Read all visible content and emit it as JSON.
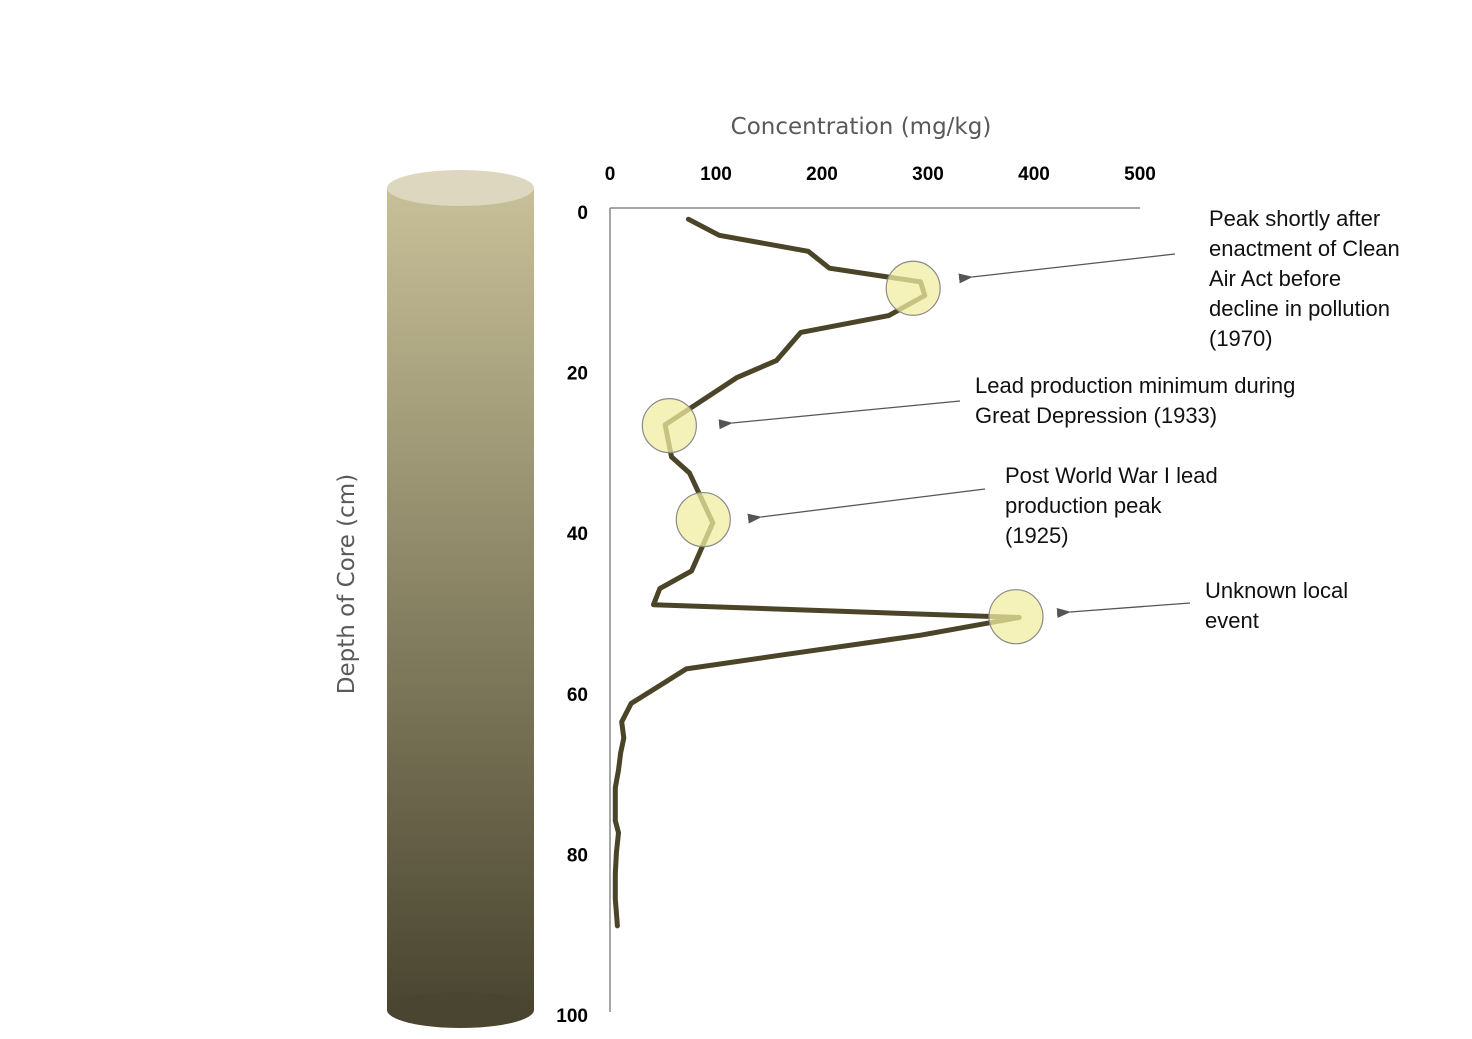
{
  "chart_data": {
    "type": "line",
    "xlabel": "Concentration (mg/kg)",
    "ylabel": "Depth of Core (cm)",
    "xlim": [
      0,
      500
    ],
    "ylim": [
      0,
      100
    ],
    "y_inverted": true,
    "x_axis_position": "top",
    "x_ticks": [
      "0",
      "100",
      "200",
      "300",
      "400",
      "500"
    ],
    "y_ticks": [
      "0",
      "20",
      "40",
      "60",
      "80",
      "100"
    ],
    "grid": false,
    "legend": "none",
    "line_color": "#4a4428",
    "highlight_color": "#f0eda0",
    "core_colors": {
      "top": "#c7c098",
      "bottom": "#4a4530",
      "cap": "#ddd7c0"
    },
    "series": [
      {
        "x": [
          74,
          103,
          187,
          207,
          293,
          297,
          263,
          180,
          157,
          120,
          52,
          58,
          75,
          97,
          77,
          47,
          41,
          386,
          293,
          160,
          72,
          49,
          20,
          11,
          13,
          10,
          8,
          5,
          5,
          5,
          8,
          6,
          5,
          5,
          7
        ],
        "y": [
          0.9,
          2.9,
          4.9,
          7.0,
          8.7,
          10.4,
          12.9,
          15.0,
          18.5,
          20.6,
          26.5,
          30.5,
          32.5,
          38.7,
          44.7,
          46.9,
          48.9,
          50.5,
          52.7,
          55.2,
          56.9,
          58.8,
          61.2,
          63.5,
          65.5,
          67.4,
          69.5,
          71.7,
          73.8,
          75.8,
          77.3,
          79.8,
          82.4,
          85.5,
          88.9
        ]
      }
    ],
    "highlights": [
      {
        "x": 286,
        "y": 9.5
      },
      {
        "x": 56,
        "y": 26.6
      },
      {
        "x": 88,
        "y": 38.3
      },
      {
        "x": 383,
        "y": 50.4
      }
    ],
    "annotations": [
      {
        "target": 0,
        "lines": [
          "Peak shortly after",
          "enactment of Clean",
          "Air Act before",
          "decline in pollution",
          "(1970)"
        ]
      },
      {
        "target": 1,
        "lines": [
          "Lead production minimum during",
          "Great Depression (1933)"
        ]
      },
      {
        "target": 2,
        "lines": [
          "Post World War I lead",
          "production peak",
          "(1925)"
        ]
      },
      {
        "target": 3,
        "lines": [
          "Unknown local",
          "event"
        ]
      }
    ]
  }
}
